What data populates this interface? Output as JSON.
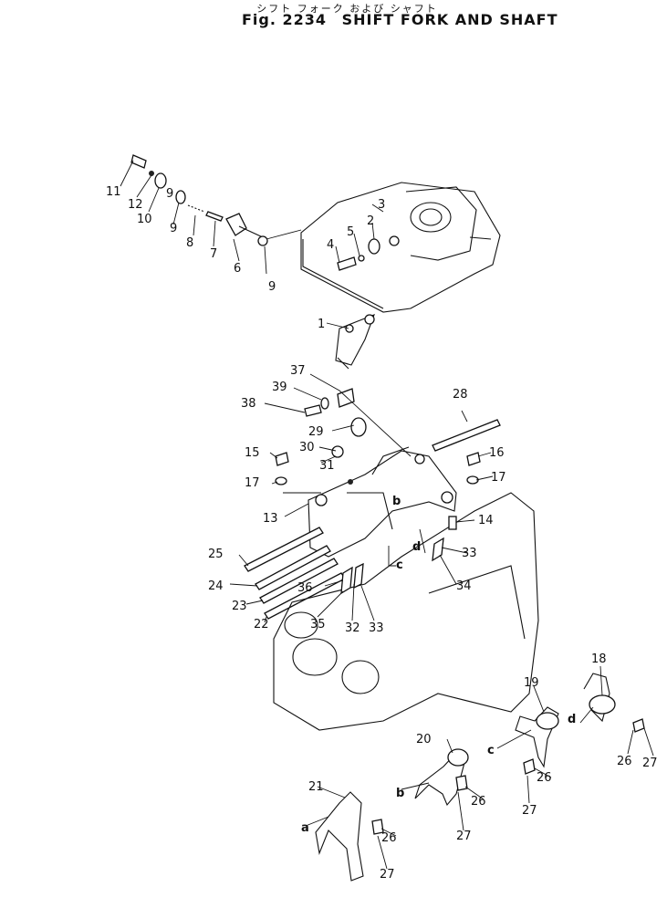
{
  "header": {
    "japanese_title": "シフト フォーク および シャフト",
    "fig_label": "Fig. 2234",
    "title": "SHIFT FORK AND SHAFT"
  },
  "callouts": [
    "1",
    "2",
    "3",
    "4",
    "5",
    "6",
    "7",
    "8",
    "9",
    "9",
    "9",
    "10",
    "11",
    "12",
    "13",
    "14",
    "15",
    "16",
    "17",
    "17",
    "18",
    "19",
    "20",
    "21",
    "22",
    "23",
    "24",
    "25",
    "26",
    "26",
    "26",
    "26",
    "27",
    "27",
    "27",
    "27",
    "28",
    "29",
    "30",
    "31",
    "32",
    "33",
    "33",
    "34",
    "35",
    "36",
    "37",
    "38",
    "39"
  ],
  "letters": [
    "a",
    "b",
    "c",
    "d",
    "b",
    "c",
    "d"
  ]
}
